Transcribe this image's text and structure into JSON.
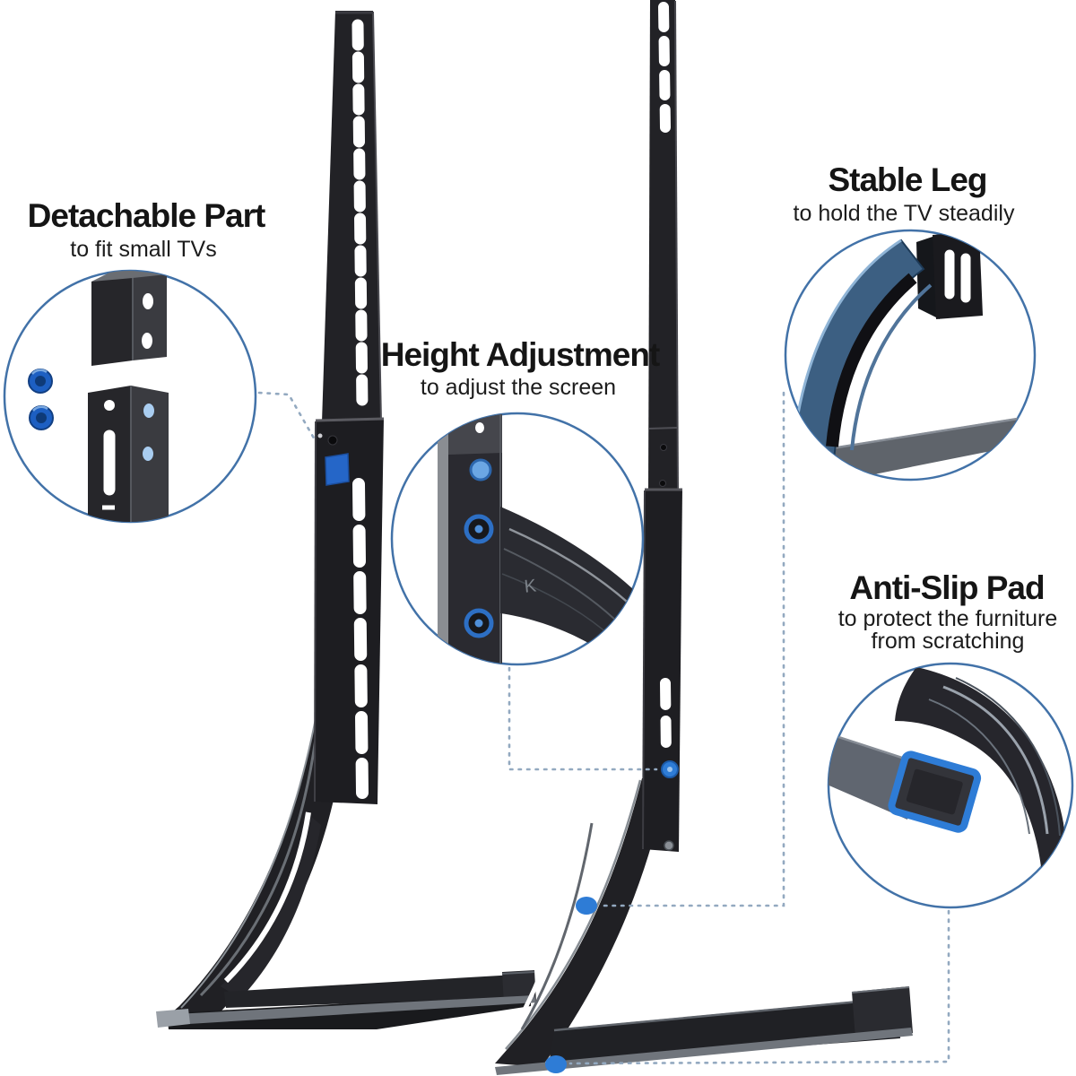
{
  "callouts": {
    "detachable": {
      "title": "Detachable Part",
      "subtitle": "to fit small TVs"
    },
    "height": {
      "title": "Height Adjustment",
      "subtitle": "to adjust the screen"
    },
    "stable": {
      "title": "Stable Leg",
      "subtitle": "to hold the TV steadily"
    },
    "antislip": {
      "title": "Anti-Slip Pad",
      "subtitle_line1": "to protect the furniture",
      "subtitle_line2": "from scratching"
    }
  },
  "stamp": "K",
  "markers": {
    "detachable_joint": "blue-square-marker",
    "height_adjust_screw": "blue-dot-marker",
    "stable_leg_point": "blue-dot-marker",
    "anti_slip_point": "blue-dot-marker"
  },
  "colors": {
    "background": "#ffffff",
    "accent_blue": "#2e7cd6",
    "deep_screw_blue": "#1d5fc2",
    "circle_stroke": "#4272a8",
    "leader_line": "#93a9c0",
    "product_dark": "#1f1f23",
    "steel_blue_leg": "#3c5f82",
    "text_black": "#151515"
  }
}
